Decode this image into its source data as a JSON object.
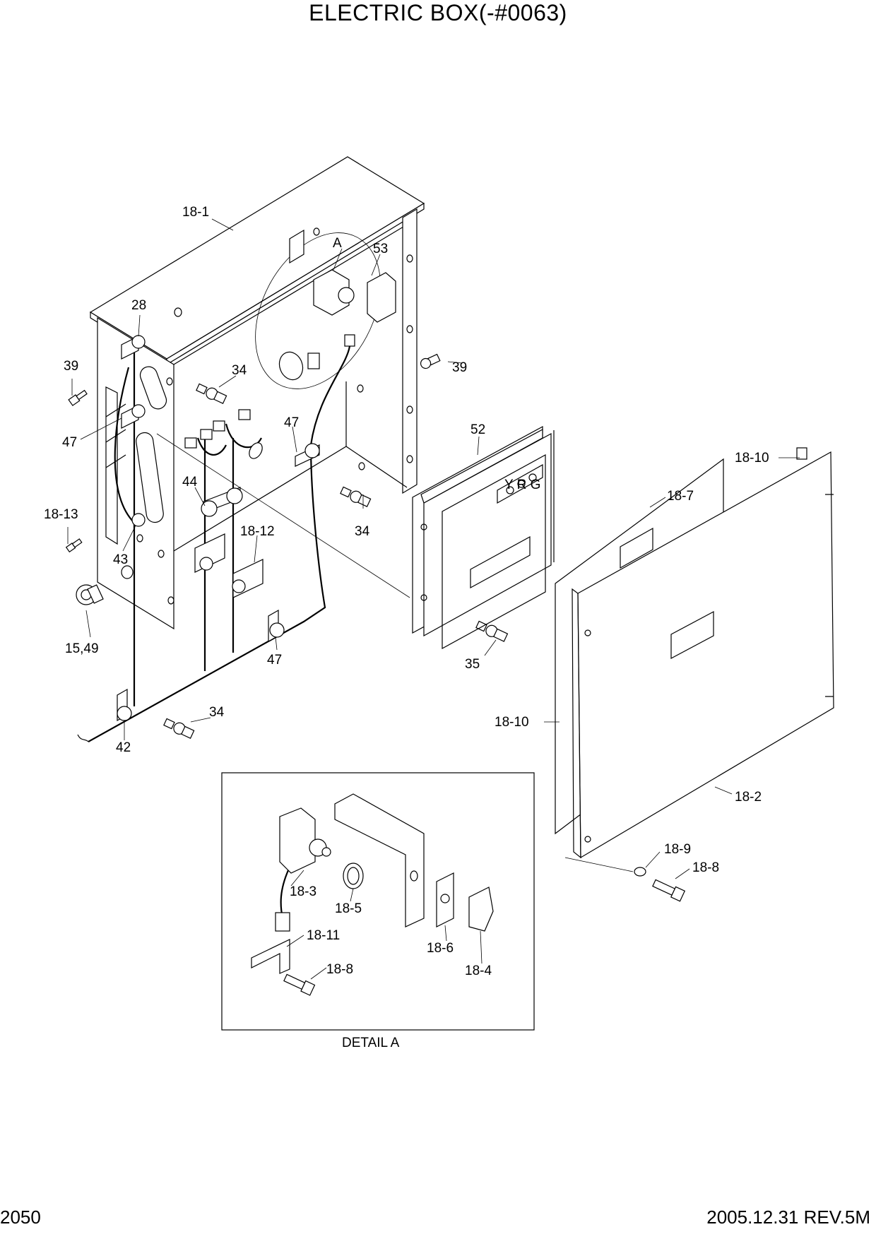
{
  "title": "ELECTRIC BOX(-#0063)",
  "page_number": "2050",
  "revision": "2005.12.31 REV.5M",
  "detail_caption": "DETAIL A",
  "callouts": {
    "c18_1": "18-1",
    "cA": "A",
    "c53": "53",
    "c28": "28",
    "c39_left": "39",
    "c39_right": "39",
    "c34_top": "34",
    "c47_left": "47",
    "c47_mid": "47",
    "c44": "44",
    "c18_13": "18-13",
    "c43": "43",
    "c18_12": "18-12",
    "c34_mid": "34",
    "c15_49": "15,49",
    "c47_bottom": "47",
    "c34_bottom": "34",
    "c42": "42",
    "c52": "52",
    "c35": "35",
    "c18_10_top": "18-10",
    "c18_7": "18-7",
    "c18_10_left": "18-10",
    "c18_2": "18-2",
    "c18_9": "18-9",
    "c18_8_right": "18-8",
    "c18_3": "18-3",
    "c18_5": "18-5",
    "c18_11": "18-11",
    "c18_8_detail": "18-8",
    "c18_6": "18-6",
    "c18_4": "18-4"
  },
  "lamp_letters": "Y R G"
}
